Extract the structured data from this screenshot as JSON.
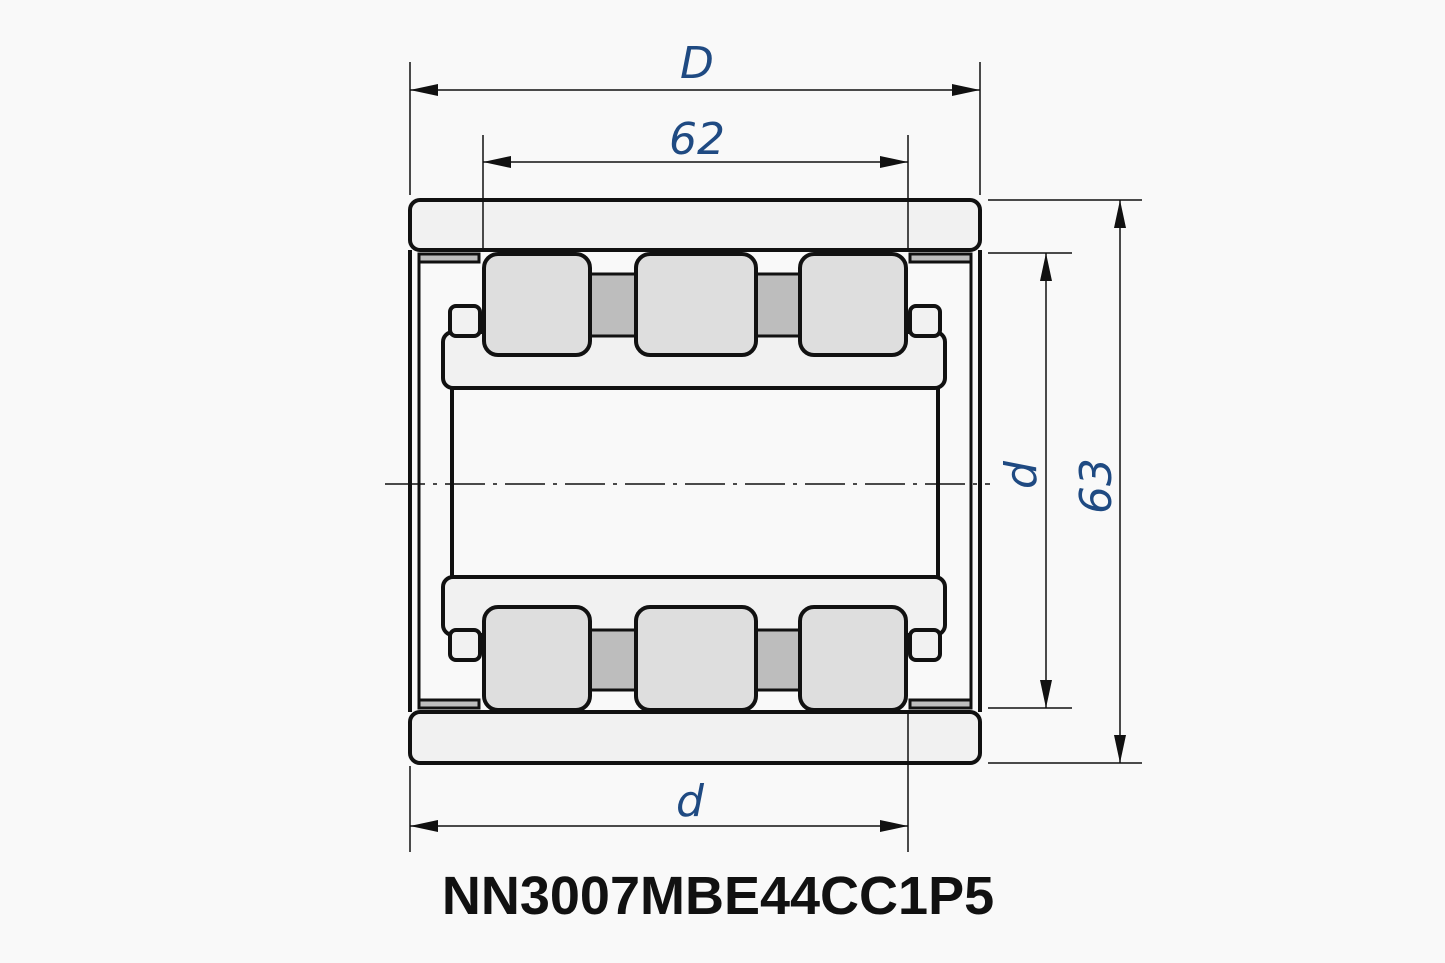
{
  "drawing": {
    "part_number": "NN3007MBE44CC1P5",
    "dimensions": {
      "outer_diameter_label": "D",
      "roller_span_label": "62",
      "bottom_width_label": "d",
      "bore_label": "d",
      "height_label": "63"
    },
    "colors": {
      "dimension_text": "#1f4a82",
      "outline": "#111111"
    }
  }
}
